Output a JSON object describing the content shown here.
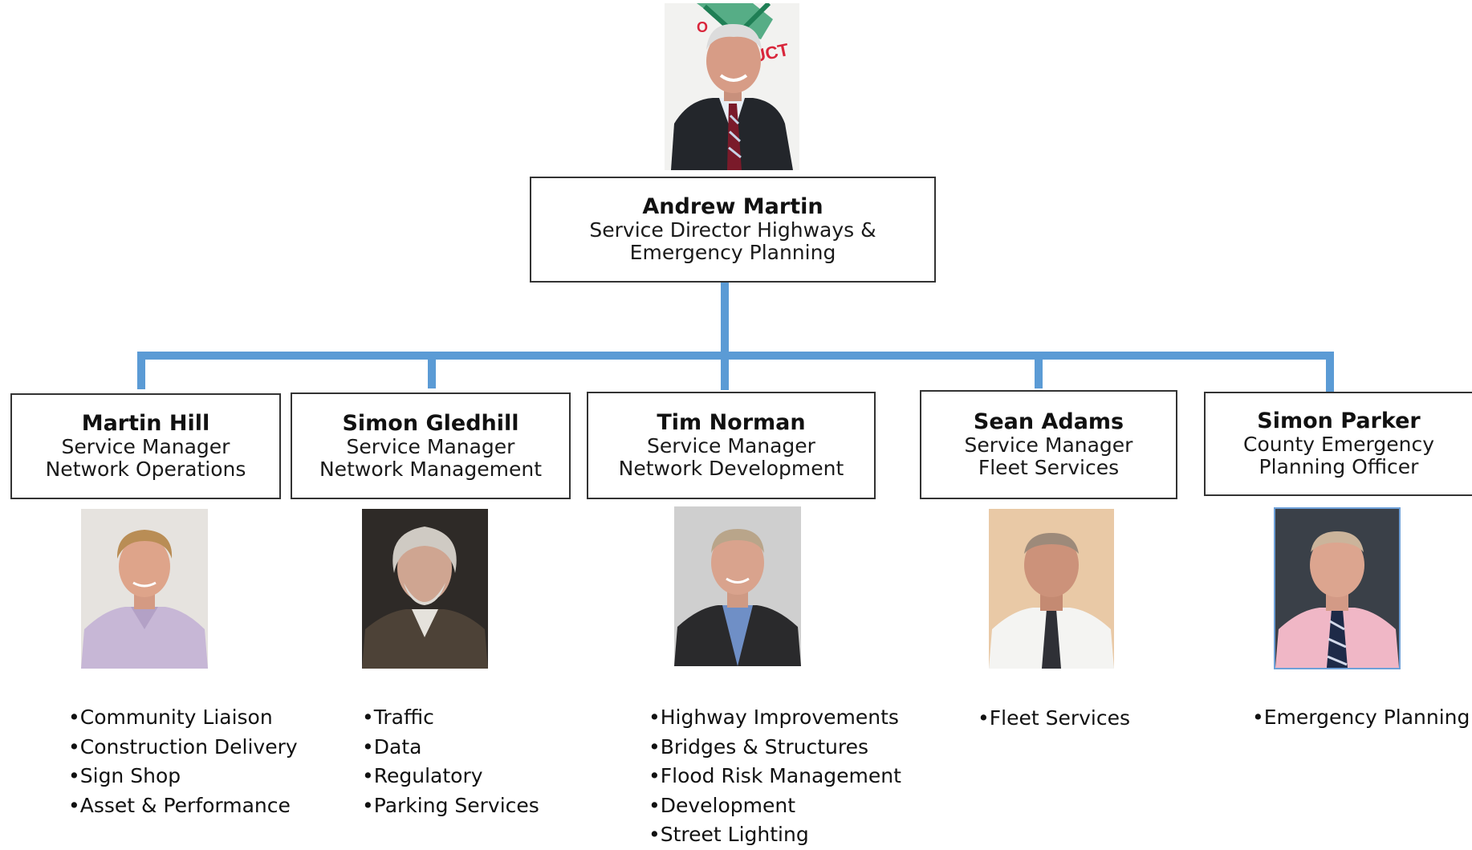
{
  "colors": {
    "connector": "#5b9bd5",
    "box_border": "#333333"
  },
  "director": {
    "name": "Andrew Martin",
    "title_lines": [
      "Service Director Highways &",
      "Emergency Planning"
    ],
    "photo_label": "UCT"
  },
  "managers": [
    {
      "name": "Martin Hill",
      "title_lines": [
        "Service Manager",
        "Network Operations"
      ],
      "duties": [
        "Community Liaison",
        "Construction Delivery",
        "Sign Shop",
        "Asset & Performance"
      ]
    },
    {
      "name": "Simon Gledhill",
      "title_lines": [
        "Service Manager",
        "Network Management"
      ],
      "duties": [
        "Traffic",
        "Data",
        "Regulatory",
        "Parking Services"
      ]
    },
    {
      "name": "Tim Norman",
      "title_lines": [
        "Service Manager",
        "Network Development"
      ],
      "duties": [
        "Highway Improvements",
        "Bridges & Structures",
        "Flood Risk Management",
        "Development",
        "Street Lighting"
      ]
    },
    {
      "name": "Sean Adams",
      "title_lines": [
        "Service Manager",
        "Fleet Services"
      ],
      "duties": [
        "Fleet Services"
      ]
    },
    {
      "name": "Simon Parker",
      "title_lines": [
        "County Emergency",
        "Planning Officer"
      ],
      "duties": [
        "Emergency Planning"
      ]
    }
  ]
}
